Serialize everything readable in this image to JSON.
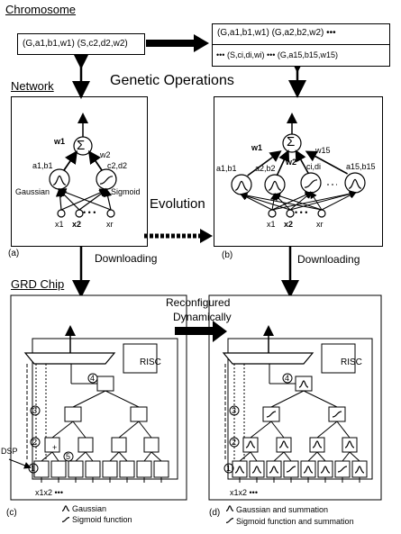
{
  "sections": {
    "chromosome": "Chromosome",
    "network": "Network",
    "grd_chip": "GRD Chip"
  },
  "chromosomes": {
    "left": "(G,a1,b1,w1) (S,c2,d2,w2)",
    "right_line1": "(G,a1,b1,w1) (G,a2,b2,w2) •••",
    "right_line2": "••• (S,ci,di,wi) ••• (G,a15,b15,w15)"
  },
  "arrows_text": {
    "genetic_operations": "Genetic Operations",
    "evolution": "Evolution",
    "downloading_left": "Downloading",
    "downloading_right": "Downloading",
    "reconfigured_line1": "Reconfigured",
    "reconfigured_line2": "Dynamically"
  },
  "network_a": {
    "sum": "Σ",
    "w1": "w1",
    "w2": "w2",
    "a1b1": "a1,b1",
    "c2d2": "c2,d2",
    "gaussian": "Gaussian",
    "sigmoid": "Sigmoid",
    "x1": "x1",
    "x2": "x2",
    "dots": "• • •",
    "xr": "xr",
    "panel": "(a)"
  },
  "network_b": {
    "sum": "Σ",
    "w1": "w1",
    "w2": "w2",
    "w15": "w15",
    "a1b1": "a1,b1",
    "a2b2": "a2,b2",
    "cidi": "ci,di",
    "a15b15": "a15,b15",
    "x1": "x1",
    "x2": "x2",
    "dots": "• • •",
    "xr": "xr",
    "panel": "(b)"
  },
  "chip_c": {
    "risc": "RISC",
    "dsp": "DSP",
    "n1": "1",
    "n2": "2",
    "n3": "3",
    "n4": "4",
    "plus": "+",
    "inputs": "x1x2 •••",
    "panel": "(c)",
    "legend_gaussian": "Gaussian",
    "legend_sigmoid": "Sigmoid function"
  },
  "chip_d": {
    "risc": "RISC",
    "n1": "1",
    "n2": "2",
    "n3": "3",
    "n4": "4",
    "inputs": "x1x2 •••",
    "panel": "(d)",
    "legend_gaussian": "Gaussian and summation",
    "legend_sigmoid": "Sigmoid function and summation"
  }
}
